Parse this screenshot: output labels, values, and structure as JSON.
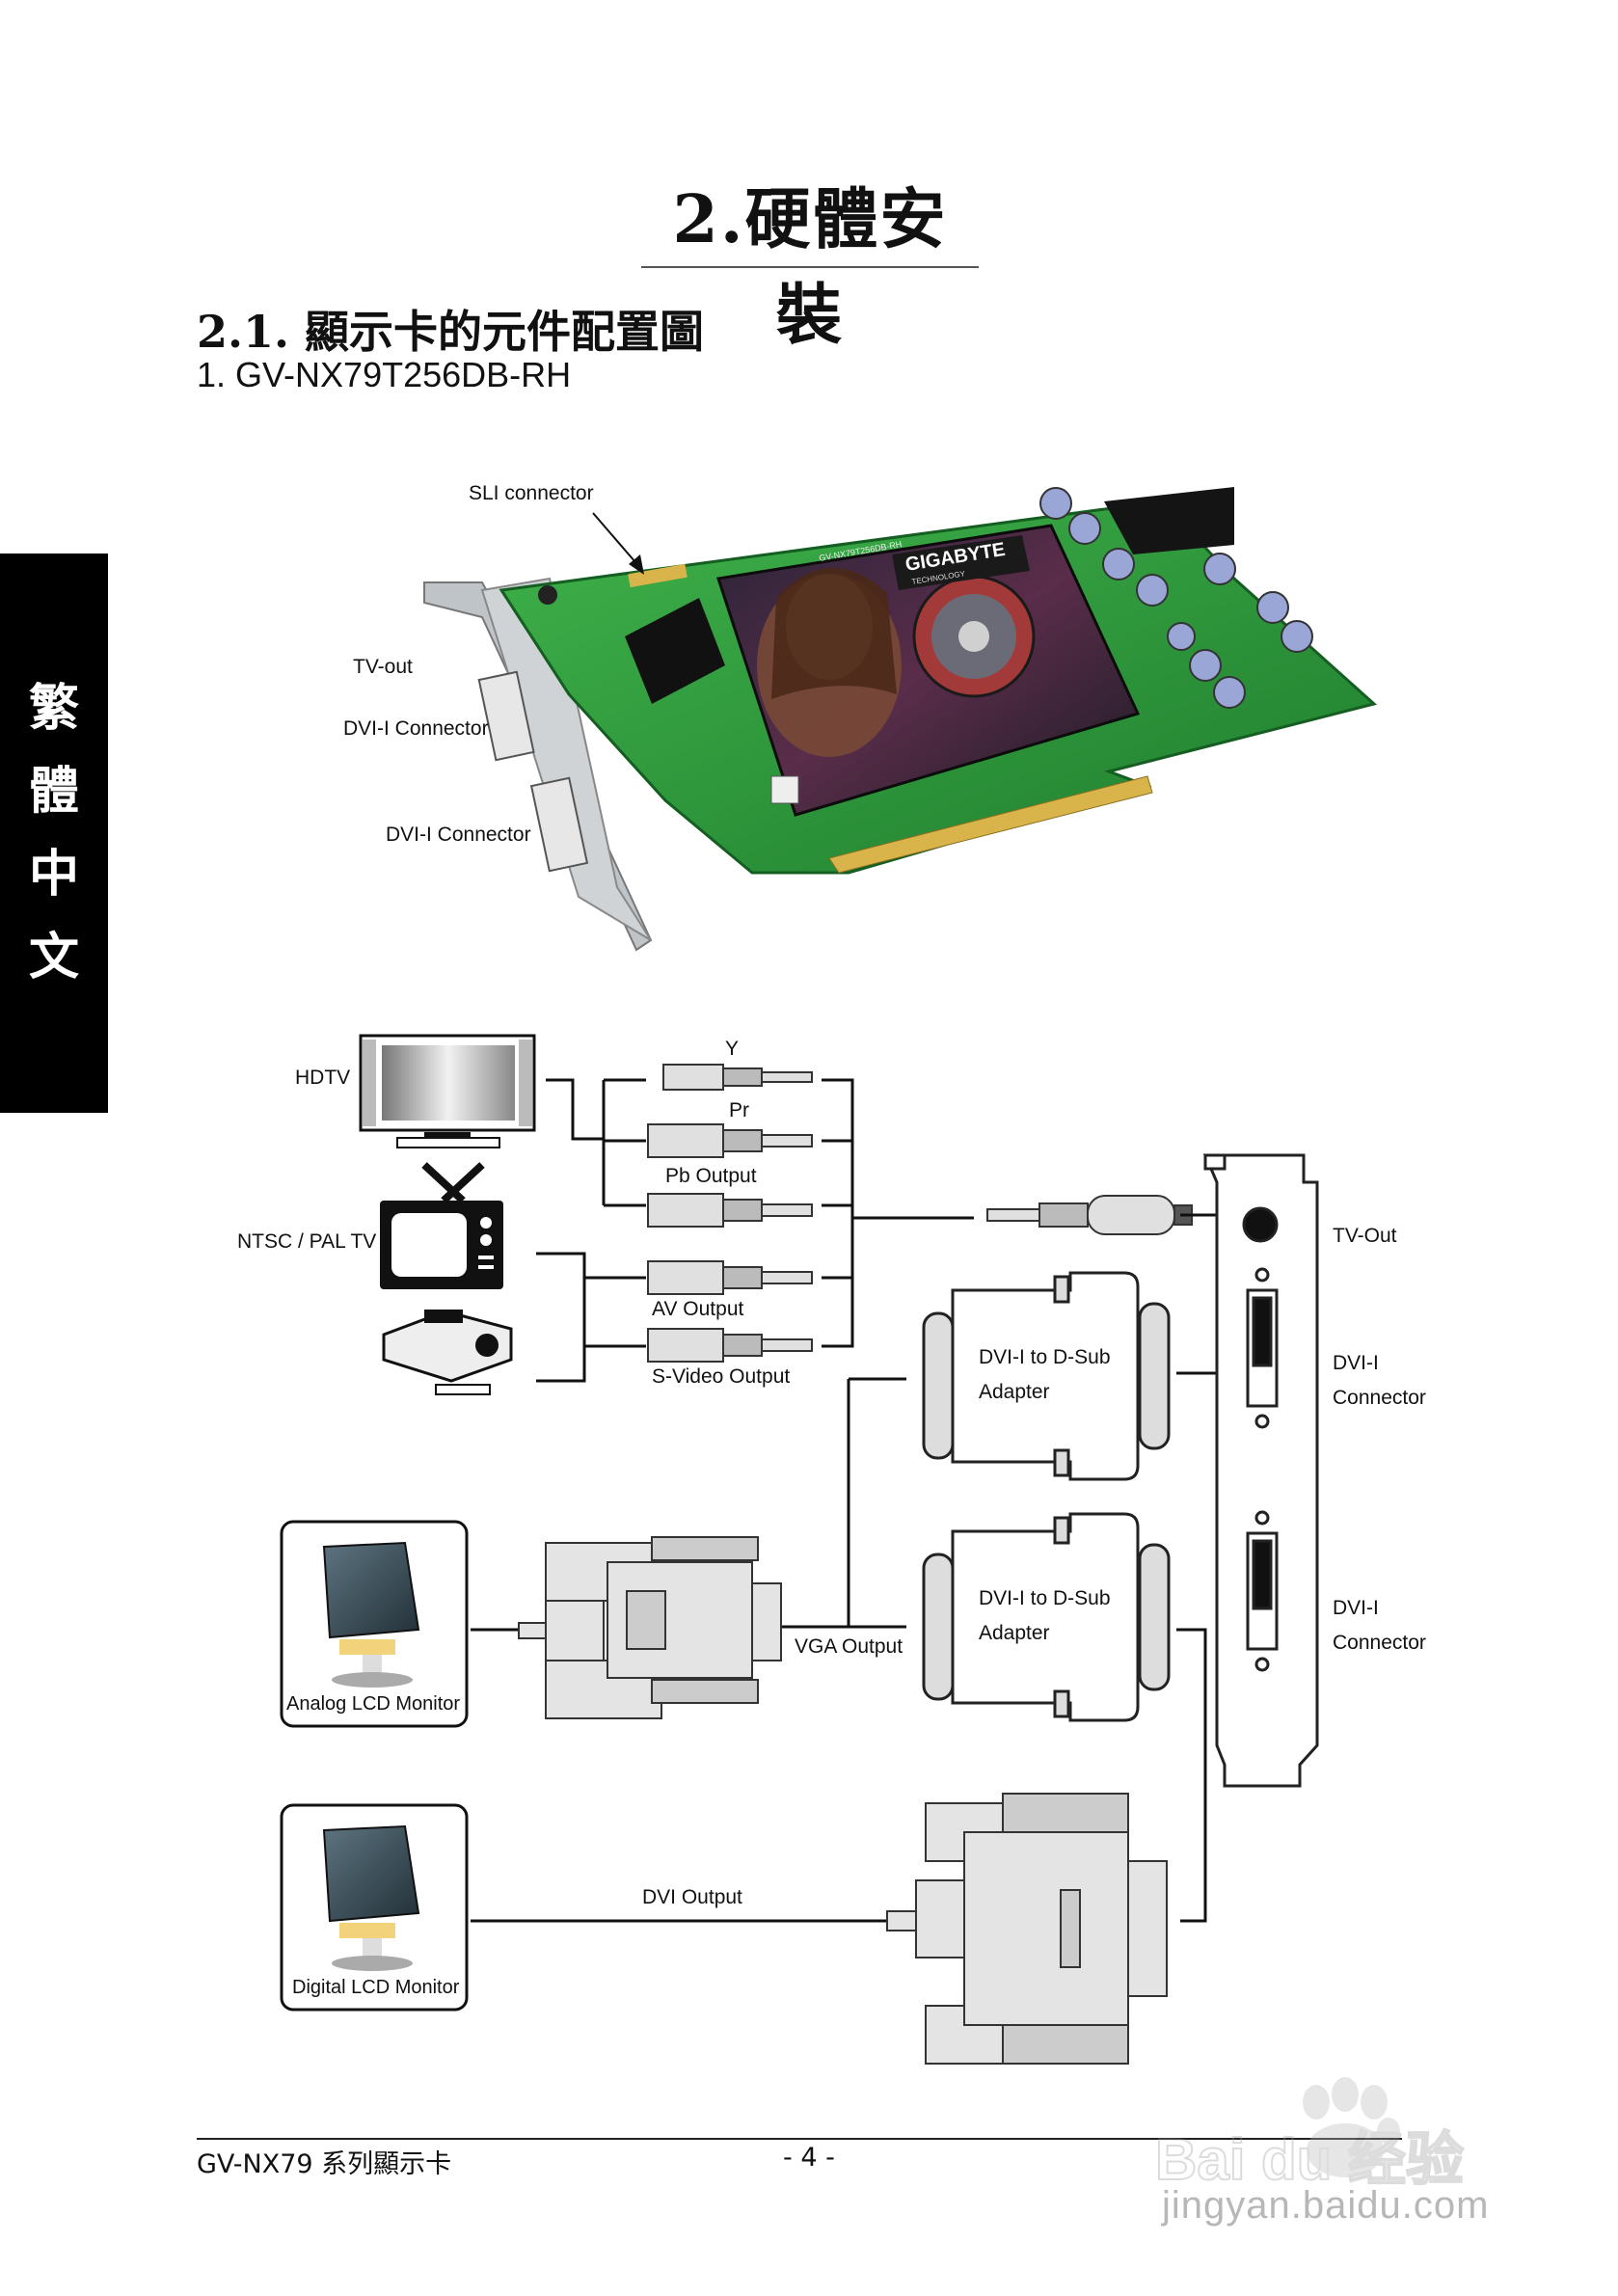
{
  "heading": {
    "chapter": "2.硬體安裝",
    "section": "2.1. 顯示卡的元件配置圖",
    "model": "1. GV-NX79T256DB-RH"
  },
  "side_tab": [
    "繁",
    "體",
    "中",
    "文"
  ],
  "card_photo": {
    "labels": {
      "sli": "SLI connector",
      "tvout": "TV-out",
      "dvi1": "DVI-I Connector",
      "dvi2": "DVI-I Connector"
    },
    "brand": "GIGABYTE",
    "brand_sub": "TECHNOLOGY",
    "sticker": "GV-NX79T256DB-RH"
  },
  "diagram": {
    "hdtv": "HDTV",
    "ntsc": "NTSC / PAL TV",
    "y": "Y",
    "pr": "Pr",
    "pb": "Pb Output",
    "av": "AV Output",
    "svideo": "S-Video Output",
    "tv_out": "TV-Out",
    "dvi_i_1": "DVI-I",
    "connector_1": "Connector",
    "dvi_i_2": "DVI-I",
    "connector_2": "Connector",
    "adapter1_line1": "DVI-I to D-Sub",
    "adapter1_line2": "Adapter",
    "adapter2_line1": "DVI-I to D-Sub",
    "adapter2_line2": "Adapter",
    "vga": "VGA Output",
    "dvi_out": "DVI Output",
    "analog": "Analog LCD Monitor",
    "digital": "Digital LCD Monitor"
  },
  "footer": {
    "left": "GV-NX79 系列顯示卡",
    "page": "- 4 -"
  },
  "watermark": {
    "brand": "Bai du 经验",
    "url": "jingyan.baidu.com"
  }
}
